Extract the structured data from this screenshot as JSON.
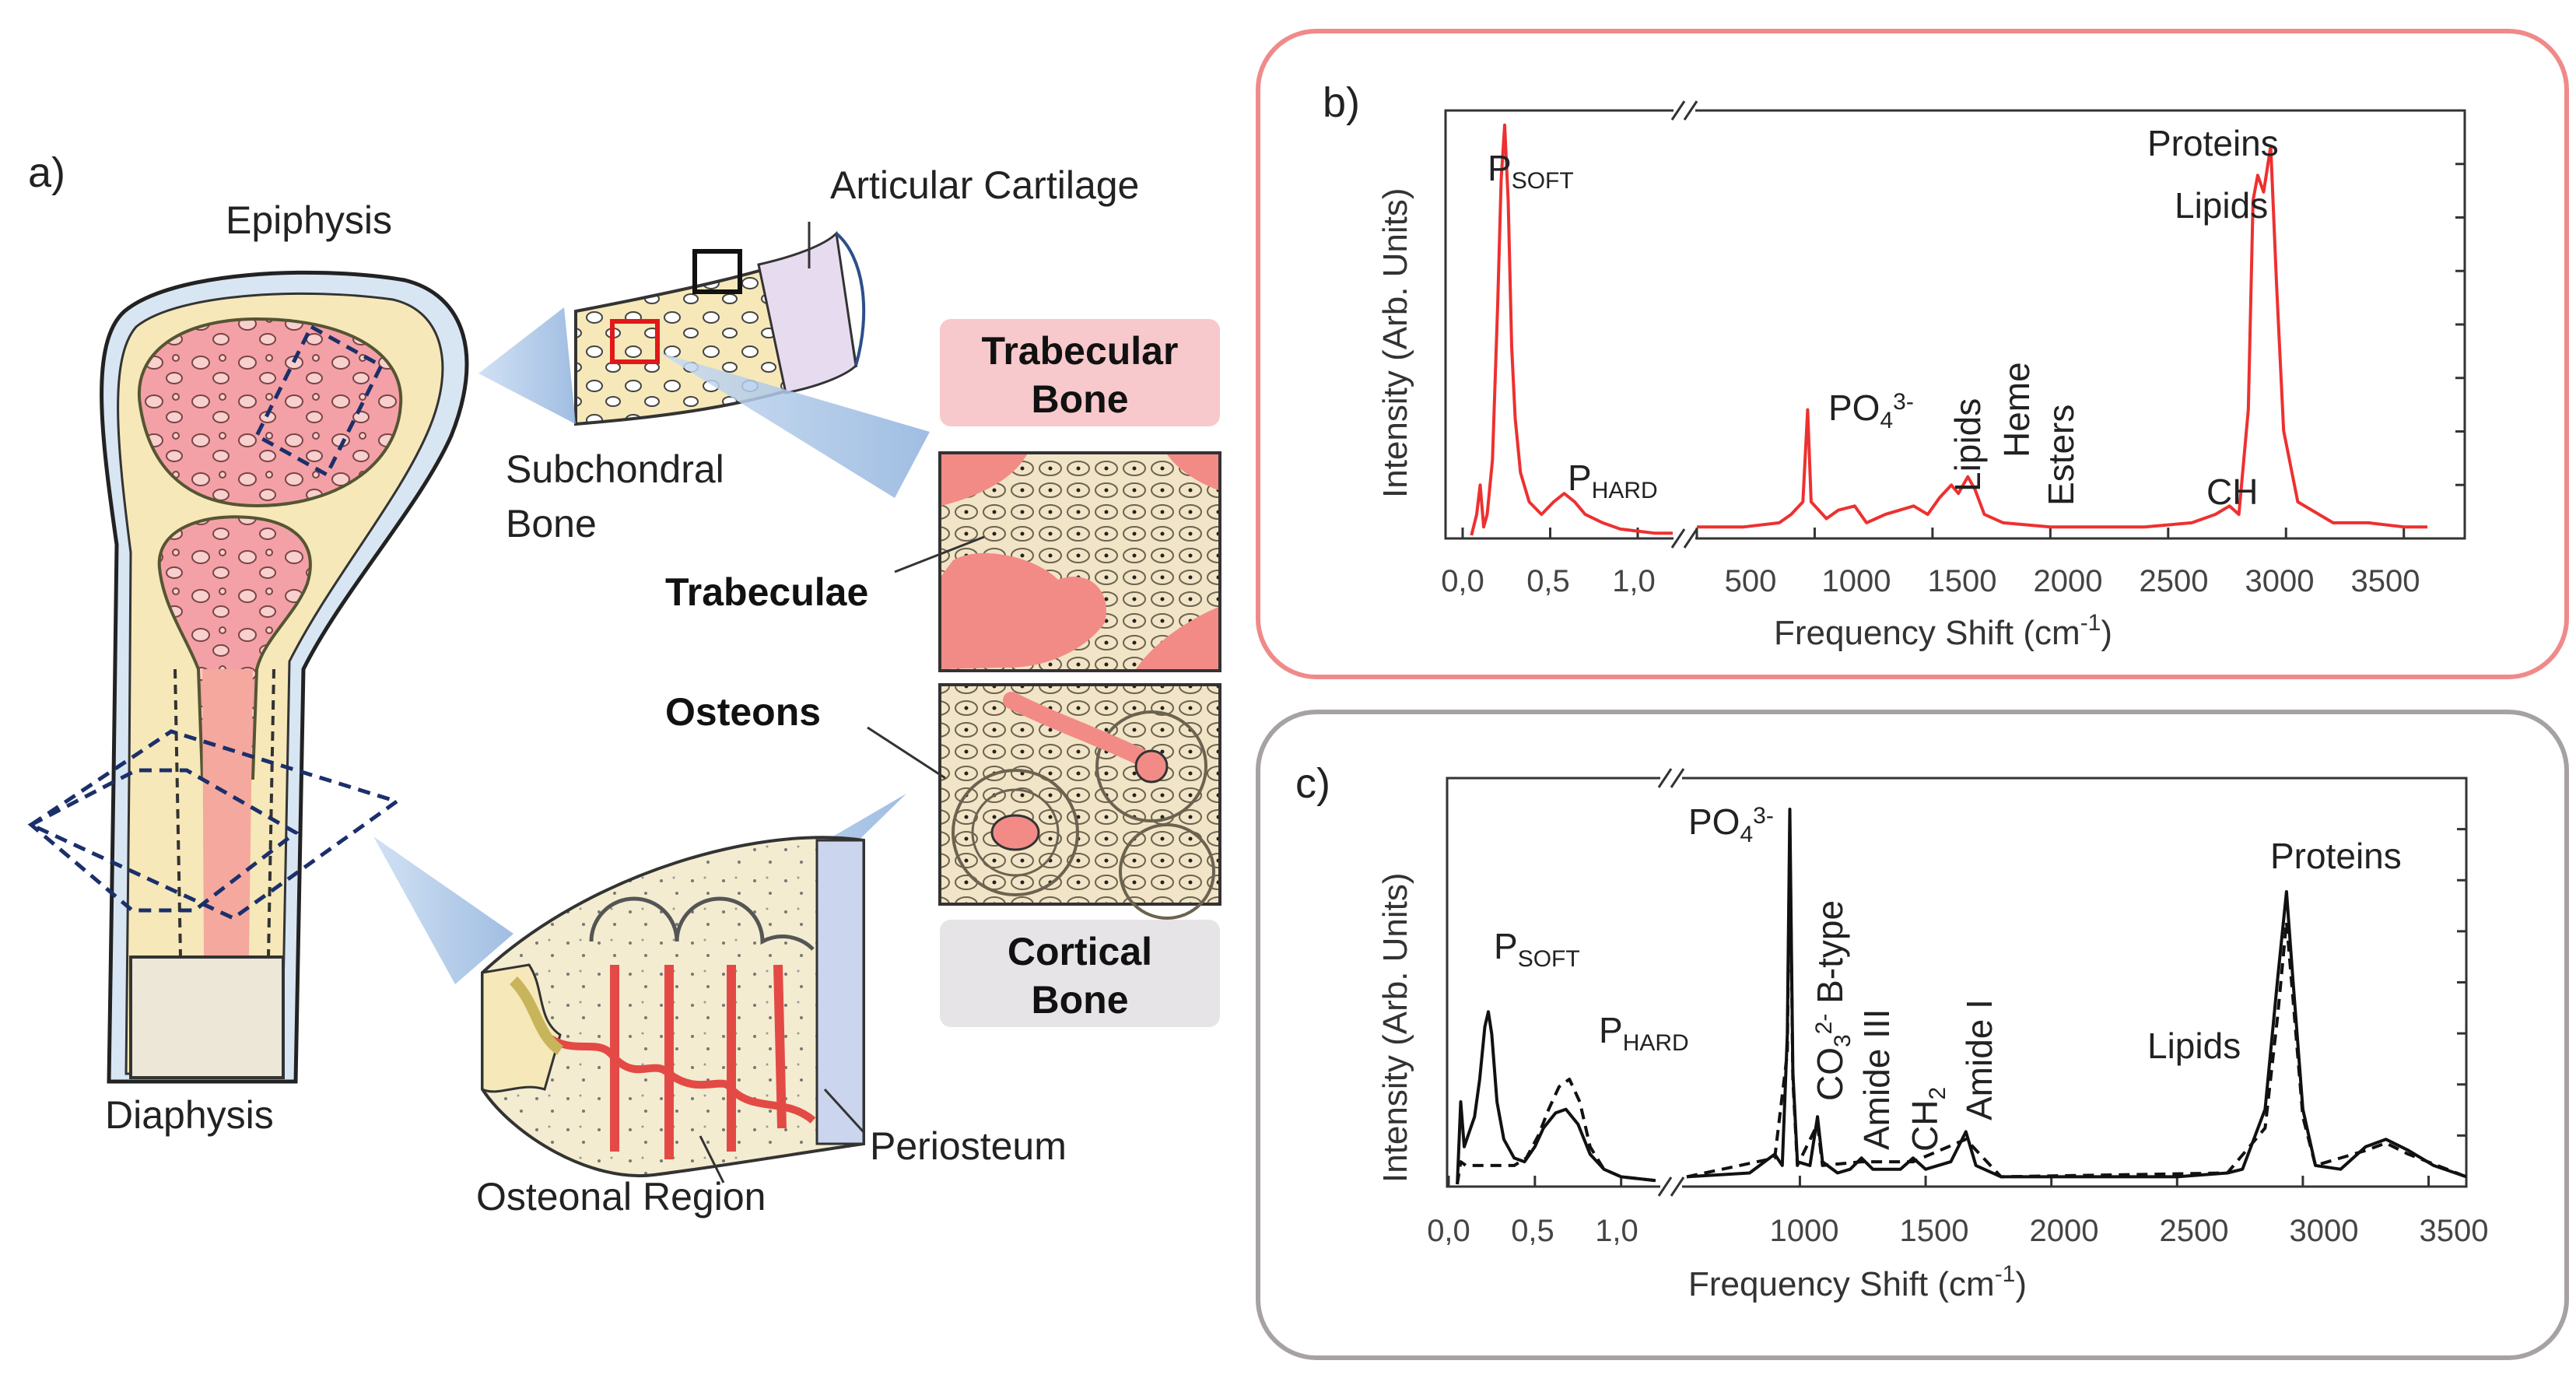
{
  "panel_a": {
    "letter": "a)",
    "epiphysis": "Epiphysis",
    "diaphysis": "Diaphysis",
    "articular_cartilage": "Articular Cartilage",
    "subchondral_line1": "Subchondral",
    "subchondral_line2": "Bone",
    "trabecular_line1": "Trabecular",
    "trabecular_line2": "Bone",
    "trabeculae": "Trabeculae",
    "osteons": "Osteons",
    "cortical_line1": "Cortical",
    "cortical_line2": "Bone",
    "osteonal_region": "Osteonal Region",
    "periosteum": "Periosteum"
  },
  "colors": {
    "trabecular_box": "#f7c9cc",
    "cortical_box": "#e6e4e6",
    "panel_b_border": "#f08a8a",
    "panel_c_border": "#a7a2a2",
    "spectrum_b": "#ee3030",
    "spectrum_c": "#111111",
    "bone_pink": "#f3a1a6",
    "bone_yellow": "#f6e8b8"
  },
  "panel_b": {
    "letter": "b)",
    "ylabel": "Intensity (Arb. Units)",
    "xlabel": "Frequency Shift (cm",
    "xlabel_sup": "-1",
    "xlabel_end": ")",
    "ticks_left": [
      "0,0",
      "0,5",
      "1,0"
    ],
    "ticks_right": [
      "500",
      "1000",
      "1500",
      "2000",
      "2500",
      "3000",
      "3500"
    ],
    "peak_labels": {
      "psoft": "P",
      "psoft_sub": "SOFT",
      "phard": "P",
      "phard_sub": "HARD",
      "po4": "PO",
      "po4_sub": "4",
      "po4_sup": "3-",
      "lipids_mid": "Lipids",
      "heme": "Heme",
      "esters": "Esters",
      "ch": "CH",
      "proteins": "Proteins",
      "lipids_high": "Lipids"
    }
  },
  "panel_c": {
    "letter": "c)",
    "ylabel": "Intensity (Arb. Units)",
    "xlabel": "Frequency Shift (cm",
    "xlabel_sup": "-1",
    "xlabel_end": ")",
    "ticks_left": [
      "0,0",
      "0,5",
      "1,0"
    ],
    "ticks_right": [
      "1000",
      "1500",
      "2000",
      "2500",
      "3000",
      "3500"
    ],
    "peak_labels": {
      "psoft": "P",
      "psoft_sub": "SOFT",
      "phard": "P",
      "phard_sub": "HARD",
      "po4": "PO",
      "po4_sub": "4",
      "po4_sup": "3-",
      "co3": "CO",
      "co3_sub": "3",
      "co3_sup": "2-",
      "co3_end": " B-type",
      "amide3": "Amide III",
      "ch2": "CH",
      "ch2_sub": "2",
      "amide1": "Amide I",
      "proteins": "Proteins",
      "lipids": "Lipids"
    }
  },
  "chart_data": [
    {
      "type": "line",
      "panel": "b",
      "ylabel": "Intensity (Arb. Units)",
      "xlabel": "Frequency Shift (cm-1)",
      "broken_axis": true,
      "x_left_range": [
        0,
        1.2
      ],
      "x_right_range": [
        500,
        3600
      ],
      "series": [
        {
          "color": "#ee3030",
          "dash": false,
          "low": [
            [
              0.05,
              0.0
            ],
            [
              0.08,
              0.05
            ],
            [
              0.1,
              0.12
            ],
            [
              0.12,
              0.02
            ],
            [
              0.14,
              0.05
            ],
            [
              0.17,
              0.18
            ],
            [
              0.2,
              0.55
            ],
            [
              0.22,
              0.85
            ],
            [
              0.24,
              0.98
            ],
            [
              0.26,
              0.8
            ],
            [
              0.28,
              0.45
            ],
            [
              0.3,
              0.28
            ],
            [
              0.33,
              0.15
            ],
            [
              0.38,
              0.08
            ],
            [
              0.45,
              0.05
            ],
            [
              0.52,
              0.08
            ],
            [
              0.58,
              0.1
            ],
            [
              0.64,
              0.08
            ],
            [
              0.7,
              0.05
            ],
            [
              0.8,
              0.03
            ],
            [
              0.9,
              0.015
            ],
            [
              1.0,
              0.01
            ],
            [
              1.1,
              0.005
            ],
            [
              1.2,
              0.005
            ]
          ],
          "high": [
            [
              500,
              0.02
            ],
            [
              700,
              0.02
            ],
            [
              850,
              0.03
            ],
            [
              900,
              0.05
            ],
            [
              950,
              0.08
            ],
            [
              970,
              0.3
            ],
            [
              985,
              0.08
            ],
            [
              1050,
              0.04
            ],
            [
              1100,
              0.06
            ],
            [
              1170,
              0.07
            ],
            [
              1220,
              0.03
            ],
            [
              1300,
              0.05
            ],
            [
              1360,
              0.06
            ],
            [
              1420,
              0.07
            ],
            [
              1480,
              0.05
            ],
            [
              1530,
              0.09
            ],
            [
              1580,
              0.12
            ],
            [
              1610,
              0.1
            ],
            [
              1650,
              0.14
            ],
            [
              1680,
              0.11
            ],
            [
              1720,
              0.05
            ],
            [
              1800,
              0.03
            ],
            [
              2000,
              0.02
            ],
            [
              2400,
              0.02
            ],
            [
              2600,
              0.03
            ],
            [
              2700,
              0.05
            ],
            [
              2760,
              0.07
            ],
            [
              2800,
              0.05
            ],
            [
              2840,
              0.3
            ],
            [
              2860,
              0.8
            ],
            [
              2880,
              0.86
            ],
            [
              2905,
              0.82
            ],
            [
              2935,
              0.93
            ],
            [
              2960,
              0.6
            ],
            [
              2990,
              0.25
            ],
            [
              3050,
              0.08
            ],
            [
              3200,
              0.03
            ],
            [
              3350,
              0.03
            ],
            [
              3500,
              0.02
            ],
            [
              3600,
              0.02
            ]
          ]
        }
      ]
    },
    {
      "type": "line",
      "panel": "c",
      "ylabel": "Intensity (Arb. Units)",
      "xlabel": "Frequency Shift (cm-1)",
      "broken_axis": true,
      "x_left_range": [
        0,
        1.2
      ],
      "x_right_range": [
        550,
        3650
      ],
      "series": [
        {
          "color": "#111111",
          "dash": false,
          "low": [
            [
              0.05,
              0.0
            ],
            [
              0.07,
              0.22
            ],
            [
              0.09,
              0.1
            ],
            [
              0.12,
              0.14
            ],
            [
              0.15,
              0.18
            ],
            [
              0.18,
              0.28
            ],
            [
              0.21,
              0.42
            ],
            [
              0.23,
              0.46
            ],
            [
              0.25,
              0.4
            ],
            [
              0.28,
              0.22
            ],
            [
              0.32,
              0.12
            ],
            [
              0.38,
              0.07
            ],
            [
              0.44,
              0.06
            ],
            [
              0.5,
              0.1
            ],
            [
              0.55,
              0.15
            ],
            [
              0.62,
              0.19
            ],
            [
              0.68,
              0.2
            ],
            [
              0.75,
              0.16
            ],
            [
              0.82,
              0.08
            ],
            [
              0.9,
              0.04
            ],
            [
              1.0,
              0.02
            ],
            [
              1.2,
              0.01
            ]
          ],
          "high": [
            [
              550,
              0.02
            ],
            [
              800,
              0.03
            ],
            [
              900,
              0.08
            ],
            [
              930,
              0.05
            ],
            [
              950,
              0.4
            ],
            [
              960,
              1.0
            ],
            [
              972,
              0.3
            ],
            [
              990,
              0.06
            ],
            [
              1040,
              0.05
            ],
            [
              1070,
              0.18
            ],
            [
              1090,
              0.06
            ],
            [
              1150,
              0.03
            ],
            [
              1200,
              0.04
            ],
            [
              1245,
              0.07
            ],
            [
              1290,
              0.04
            ],
            [
              1400,
              0.04
            ],
            [
              1450,
              0.07
            ],
            [
              1500,
              0.04
            ],
            [
              1600,
              0.06
            ],
            [
              1660,
              0.14
            ],
            [
              1700,
              0.05
            ],
            [
              1800,
              0.02
            ],
            [
              2000,
              0.02
            ],
            [
              2500,
              0.02
            ],
            [
              2700,
              0.03
            ],
            [
              2760,
              0.04
            ],
            [
              2850,
              0.2
            ],
            [
              2900,
              0.55
            ],
            [
              2935,
              0.78
            ],
            [
              2960,
              0.55
            ],
            [
              3000,
              0.2
            ],
            [
              3050,
              0.05
            ],
            [
              3150,
              0.04
            ],
            [
              3250,
              0.1
            ],
            [
              3330,
              0.12
            ],
            [
              3420,
              0.09
            ],
            [
              3520,
              0.05
            ],
            [
              3650,
              0.02
            ]
          ]
        },
        {
          "color": "#111111",
          "dash": true,
          "low": [
            [
              0.05,
              0.0
            ],
            [
              0.07,
              0.06
            ],
            [
              0.1,
              0.05
            ],
            [
              0.15,
              0.05
            ],
            [
              0.2,
              0.05
            ],
            [
              0.25,
              0.05
            ],
            [
              0.3,
              0.05
            ],
            [
              0.38,
              0.05
            ],
            [
              0.45,
              0.07
            ],
            [
              0.52,
              0.13
            ],
            [
              0.58,
              0.2
            ],
            [
              0.64,
              0.26
            ],
            [
              0.7,
              0.28
            ],
            [
              0.76,
              0.22
            ],
            [
              0.82,
              0.1
            ],
            [
              0.9,
              0.04
            ],
            [
              1.0,
              0.02
            ],
            [
              1.2,
              0.01
            ]
          ],
          "high": [
            [
              550,
              0.02
            ],
            [
              900,
              0.07
            ],
            [
              950,
              0.35
            ],
            [
              960,
              0.95
            ],
            [
              972,
              0.28
            ],
            [
              990,
              0.05
            ],
            [
              1070,
              0.16
            ],
            [
              1090,
              0.05
            ],
            [
              1245,
              0.06
            ],
            [
              1450,
              0.06
            ],
            [
              1660,
              0.12
            ],
            [
              1800,
              0.02
            ],
            [
              2700,
              0.03
            ],
            [
              2850,
              0.15
            ],
            [
              2900,
              0.45
            ],
            [
              2935,
              0.7
            ],
            [
              2960,
              0.5
            ],
            [
              3000,
              0.18
            ],
            [
              3050,
              0.05
            ],
            [
              3250,
              0.09
            ],
            [
              3330,
              0.11
            ],
            [
              3420,
              0.08
            ],
            [
              3650,
              0.02
            ]
          ]
        }
      ]
    }
  ]
}
